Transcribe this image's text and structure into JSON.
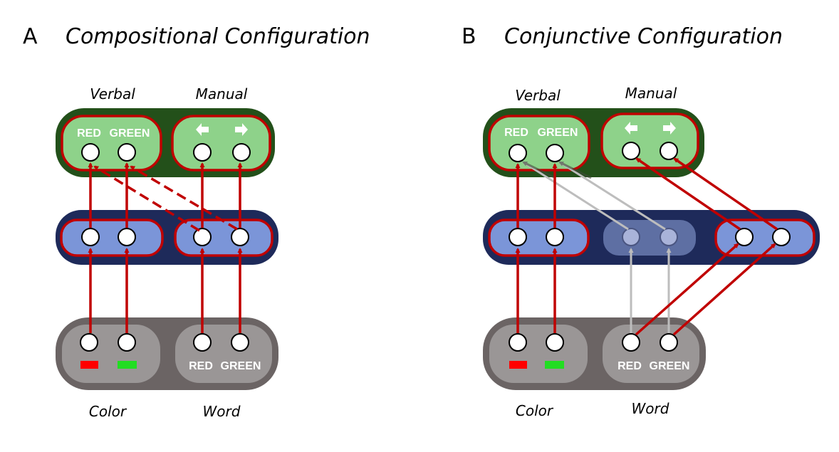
{
  "panel_a": {
    "letter": "A",
    "title": "Compositional Configuration",
    "labels": {
      "verbal": "Verbal",
      "manual": "Manual",
      "color": "Color",
      "word": "Word"
    },
    "output_words": [
      "RED",
      "GREEN"
    ],
    "input_words": [
      "RED",
      "GREEN"
    ]
  },
  "panel_b": {
    "letter": "B",
    "title": "Conjunctive Configuration",
    "labels": {
      "verbal": "Verbal",
      "manual": "Manual",
      "color": "Color",
      "word": "Word"
    },
    "output_words": [
      "RED",
      "GREEN"
    ],
    "input_words": [
      "RED",
      "GREEN"
    ]
  },
  "colors": {
    "output_layer": "#23501a",
    "output_pill": "#8ed28a",
    "hidden_layer": "#1e2a5a",
    "hidden_pill": "#7b95d8",
    "hidden_pill_inactive": "#5e6fa3",
    "input_layer": "#6b6464",
    "input_pill": "#9a9696",
    "active_border": "#c00000",
    "swatch_red": "#ff0000",
    "swatch_green": "#22dd22",
    "inactive_arrow": "#bdbdbd"
  }
}
